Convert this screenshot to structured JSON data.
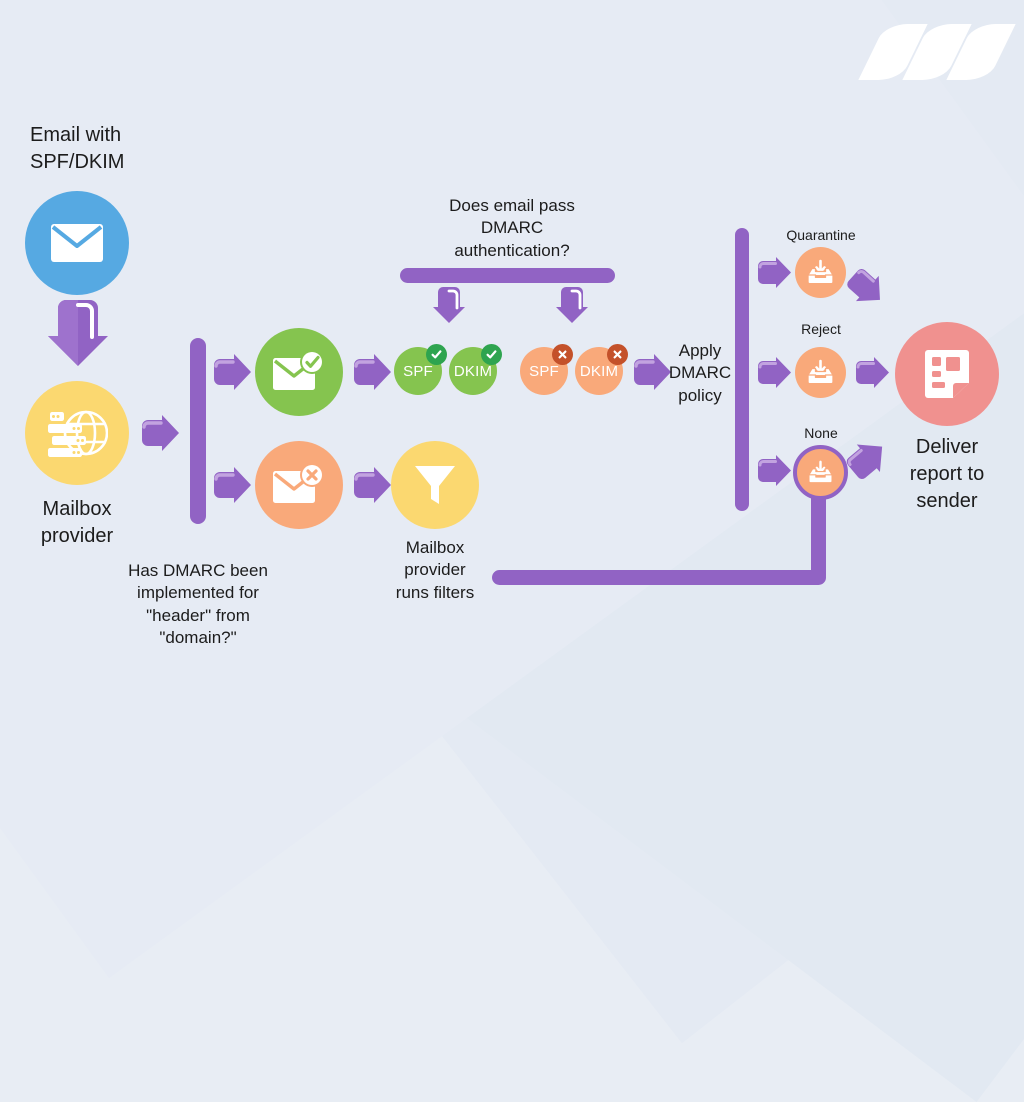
{
  "page": {
    "title": "DMARC email authentication flow",
    "background_color": "#e8edf4"
  },
  "logo": {
    "name": "three-stripe-logo",
    "color": "#ffffff"
  },
  "colors": {
    "purple": "#9163c4",
    "purple_light": "#b192d6",
    "purple_dark": "#7e51b0",
    "blue": "#56a9e2",
    "yellow": "#fbd870",
    "green": "#85c44f",
    "green_dark": "#2ea44f",
    "orange": "#f9a97a",
    "orange_dark": "#c4512a",
    "pink": "#f0918f",
    "text": "#1c1c1c"
  },
  "nodes": {
    "incoming_email": {
      "label": "Email with\nSPF/DKIM",
      "icon": "envelope-icon",
      "color": "#56a9e2"
    },
    "mailbox_provider": {
      "label": "Mailbox\nprovider",
      "icon": "server-globe-icon",
      "color": "#fbd870"
    },
    "dmarc_check": {
      "label": "Has DMARC been\nimplemented for\n\"header\" from\n\"domain?\""
    },
    "email_pass": {
      "icon": "envelope-check-icon",
      "color": "#85c44f"
    },
    "email_fail": {
      "icon": "envelope-x-icon",
      "color": "#f9a97a"
    },
    "filters": {
      "label": "Mailbox\nprovider\nruns filters",
      "icon": "funnel-icon",
      "color": "#fbd870"
    },
    "auth_question": {
      "label": "Does email pass\nDMARC\nauthentication?"
    },
    "apply_policy": {
      "label": "Apply\nDMARC\npolicy"
    },
    "deliver_report": {
      "label": "Deliver\nreport to\nsender",
      "icon": "report-document-icon",
      "color": "#f0918f"
    }
  },
  "auth_results": {
    "pass": [
      {
        "name": "SPF",
        "status": "pass",
        "color": "#85c44f",
        "mark": "check-icon",
        "mark_color": "#2ea44f"
      },
      {
        "name": "DKIM",
        "status": "pass",
        "color": "#85c44f",
        "mark": "check-icon",
        "mark_color": "#2ea44f"
      }
    ],
    "fail": [
      {
        "name": "SPF",
        "status": "fail",
        "color": "#f9a97a",
        "mark": "x-icon",
        "mark_color": "#c4512a"
      },
      {
        "name": "DKIM",
        "status": "fail",
        "color": "#f9a97a",
        "mark": "x-icon",
        "mark_color": "#c4512a"
      }
    ]
  },
  "policies": [
    {
      "label": "Quarantine",
      "icon": "inbox-download-icon",
      "color": "#f9a97a",
      "ringed": false
    },
    {
      "label": "Reject",
      "icon": "inbox-download-icon",
      "color": "#f9a97a",
      "ringed": false
    },
    {
      "label": "None",
      "icon": "inbox-download-icon",
      "color": "#f9a97a",
      "ringed": true
    }
  ]
}
